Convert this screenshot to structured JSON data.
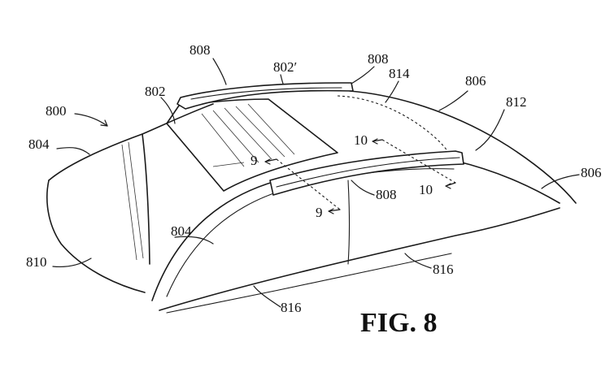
{
  "figure": {
    "caption": "FIG. 8"
  },
  "labels": {
    "l808_left": "808",
    "l802_prime": "802′",
    "l808_top_right": "808",
    "l814": "814",
    "l806_top": "806",
    "l812": "812",
    "l800": "800",
    "l802": "802",
    "l804_top": "804",
    "l806_right": "806",
    "l10_upper": "10",
    "l9_upper": "9",
    "l10_lower": "10",
    "l808_mid": "808",
    "l9_lower": "9",
    "l804_mid": "804",
    "l810": "810",
    "l816_right": "816",
    "l816_bottom": "816"
  }
}
